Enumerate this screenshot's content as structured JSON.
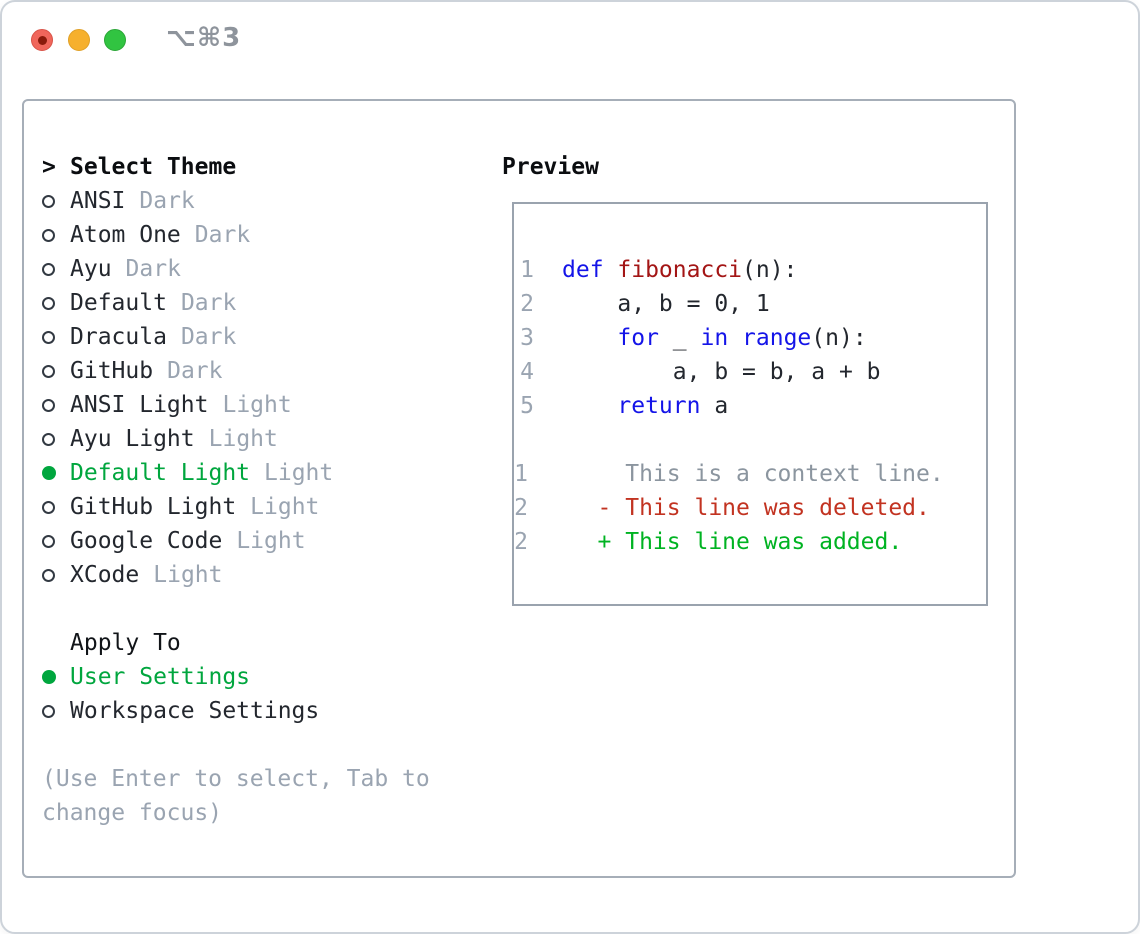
{
  "window": {
    "title": "⌥⌘3"
  },
  "colors": {
    "kw": "#1414e8",
    "fn": "#a31515",
    "ctx": "#8b959f",
    "del": "#c23321",
    "add": "#00b322"
  },
  "theme_list": {
    "prompt": ">",
    "heading": "Select Theme",
    "items": [
      {
        "name": "ANSI",
        "tag": "Dark",
        "selected": false
      },
      {
        "name": "Atom One",
        "tag": "Dark",
        "selected": false
      },
      {
        "name": "Ayu",
        "tag": "Dark",
        "selected": false
      },
      {
        "name": "Default",
        "tag": "Dark",
        "selected": false
      },
      {
        "name": "Dracula",
        "tag": "Dark",
        "selected": false
      },
      {
        "name": "GitHub",
        "tag": "Dark",
        "selected": false
      },
      {
        "name": "ANSI Light",
        "tag": "Light",
        "selected": false
      },
      {
        "name": "Ayu Light",
        "tag": "Light",
        "selected": false
      },
      {
        "name": "Default Light",
        "tag": "Light",
        "selected": true
      },
      {
        "name": "GitHub Light",
        "tag": "Light",
        "selected": false
      },
      {
        "name": "Google Code",
        "tag": "Light",
        "selected": false
      },
      {
        "name": "XCode",
        "tag": "Light",
        "selected": false
      }
    ]
  },
  "apply_to": {
    "heading": "Apply To",
    "options": [
      {
        "label": "User Settings",
        "selected": true
      },
      {
        "label": "Workspace Settings",
        "selected": false
      }
    ]
  },
  "help_text": "(Use Enter to select, Tab to change focus)",
  "preview": {
    "heading": "Preview",
    "code_lines": [
      {
        "num": "1",
        "segments": [
          {
            "t": "def ",
            "c": "kw"
          },
          {
            "t": "fibonacci",
            "c": "fn"
          },
          {
            "t": "(n):"
          }
        ]
      },
      {
        "num": "2",
        "segments": [
          {
            "t": "    a, b = 0, 1"
          }
        ]
      },
      {
        "num": "3",
        "segments": [
          {
            "t": "    "
          },
          {
            "t": "for",
            "c": "kw"
          },
          {
            "t": " _ "
          },
          {
            "t": "in",
            "c": "kw"
          },
          {
            "t": " "
          },
          {
            "t": "range",
            "c": "kw"
          },
          {
            "t": "(n):"
          }
        ]
      },
      {
        "num": "4",
        "segments": [
          {
            "t": "        a, b = b, a + b"
          }
        ]
      },
      {
        "num": "5",
        "segments": [
          {
            "t": "    "
          },
          {
            "t": "return",
            "c": "kw"
          },
          {
            "t": " a"
          }
        ]
      }
    ],
    "diff_lines": [
      {
        "num": "1",
        "segments": [
          {
            "t": "     This is a context line.",
            "c": "ctx"
          }
        ]
      },
      {
        "num": "2",
        "segments": [
          {
            "t": "   - This line was deleted.",
            "c": "del"
          }
        ]
      },
      {
        "num": "2",
        "segments": [
          {
            "t": "   + This line was added.",
            "c": "add"
          }
        ]
      }
    ]
  }
}
